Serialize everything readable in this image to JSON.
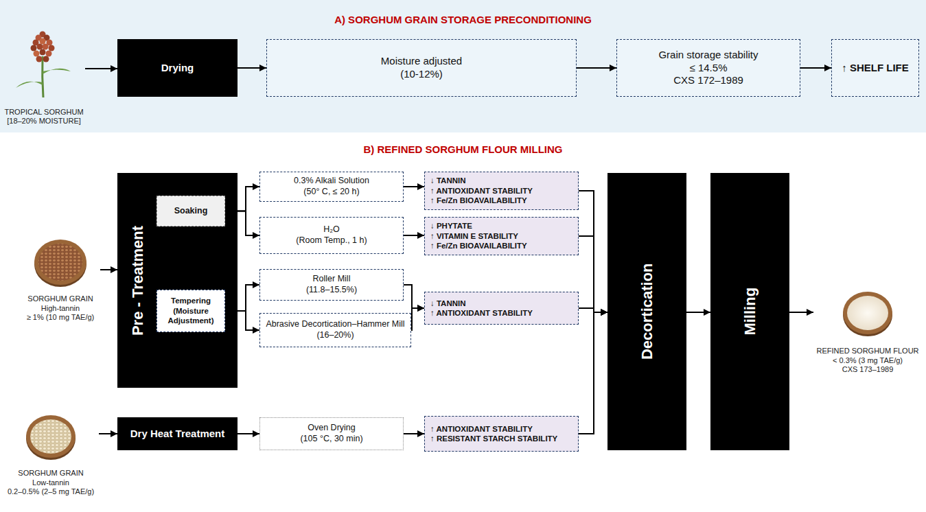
{
  "diagram": {
    "nodes": [
      {
        "text": [
          "A) SORGHUM GRAIN STORAGE PRECONDITIONING"
        ]
      },
      {
        "text": [
          "TROPICAL SORGHUM",
          "[18–20% MOISTURE]"
        ],
        "in": 0
      },
      {
        "text": [
          "Drying"
        ],
        "in": 0
      },
      {
        "text": [
          "Moisture adjusted",
          "(10-12%)"
        ],
        "in": 0
      },
      {
        "text": [
          "Grain storage stability",
          "≤ 14.5%",
          "CXS 172–1989"
        ],
        "in": 0
      },
      {
        "text": [
          "↑ SHELF LIFE"
        ],
        "in": 0
      },
      {
        "text": [
          "SORGHUM GRAIN",
          "High-tannin",
          "≥ 1% (10 mg TAE/g)"
        ]
      },
      {
        "text": [
          "Pre - Treatment"
        ]
      },
      {
        "text": [
          "Soaking"
        ],
        "in": 7
      },
      {
        "text": [
          "Tempering",
          "(Moisture Adjustment)"
        ],
        "in": 7
      },
      {
        "text": [
          "0.3% Alkali Solution",
          "(50° C, ≤ 20 h)"
        ]
      },
      {
        "text": [
          "H₂O",
          "(Room Temp., 1 h)"
        ]
      },
      {
        "text": [
          "Roller Mill",
          "(11.8–15.5%)"
        ]
      },
      {
        "text": [
          "Abrasive Decortication–Hammer Mill",
          "(16–20%)"
        ]
      },
      {
        "text": [
          "↓ TANNIN",
          "↑ ANTIOXIDANT STABILITY",
          "↑ Fe/Zn BIOAVAILABILITY"
        ]
      },
      {
        "text": [
          "↓ PHYTATE",
          "↑ VITAMIN E STABILITY",
          "↑ Fe/Zn BIOAVAILABILITY"
        ]
      },
      {
        "text": [
          "↓ TANNIN",
          "↑ ANTIOXIDANT STABILITY"
        ]
      },
      {
        "text": [
          "SORGHUM GRAIN",
          "Low-tannin",
          "0.2–0.5% (2–5 mg TAE/g)"
        ]
      },
      {
        "text": [
          "Dry Heat Treatment"
        ]
      },
      {
        "text": [
          "Oven Drying",
          "(105 °C, 30 min)"
        ]
      },
      {
        "text": [
          "↑ ANTIOXIDANT STABILITY",
          "↑ RESISTANT STARCH STABILITY"
        ]
      },
      {
        "text": [
          "Decortication"
        ]
      },
      {
        "text": [
          "Milling"
        ]
      },
      {
        "text": [
          "REFINED SORGHUM FLOUR",
          "< 0.3% (3 mg TAE/g)",
          "CXS 173–1989"
        ]
      }
    ],
    "edges": [
      {
        "from": 1,
        "to": 2,
        "arrow": "to"
      },
      {
        "from": 2,
        "to": 3,
        "arrow": "to"
      },
      {
        "from": 3,
        "to": 4,
        "arrow": "to"
      },
      {
        "from": 4,
        "to": 5,
        "arrow": "to"
      },
      {
        "from": 6,
        "to": 7,
        "arrow": "to"
      },
      {
        "from": 8,
        "to": 10,
        "arrow": "to"
      },
      {
        "from": 8,
        "to": 11,
        "arrow": "to"
      },
      {
        "from": 9,
        "to": 12,
        "arrow": "to"
      },
      {
        "from": 9,
        "to": 13,
        "arrow": "to"
      },
      {
        "from": 10,
        "to": 14,
        "arrow": "to"
      },
      {
        "from": 11,
        "to": 15,
        "arrow": "to"
      },
      {
        "from": 12,
        "to": 16,
        "arrow": "to"
      },
      {
        "from": 13,
        "to": 16,
        "arrow": "to"
      },
      {
        "from": 17,
        "to": 18,
        "arrow": "to"
      },
      {
        "from": 18,
        "to": 19,
        "arrow": "to"
      },
      {
        "from": 19,
        "to": 20,
        "arrow": "to"
      },
      {
        "from": 14,
        "to": 21,
        "arrow": "to"
      },
      {
        "from": 15,
        "to": 21,
        "arrow": "to"
      },
      {
        "from": 16,
        "to": 21,
        "arrow": "to"
      },
      {
        "from": 20,
        "to": 21,
        "arrow": "to"
      },
      {
        "from": 21,
        "to": 22,
        "arrow": "to"
      },
      {
        "from": 22,
        "to": 23,
        "arrow": "to"
      }
    ],
    "labels": [
      "B) REFINED SORGHUM FLOUR MILLING"
    ]
  }
}
